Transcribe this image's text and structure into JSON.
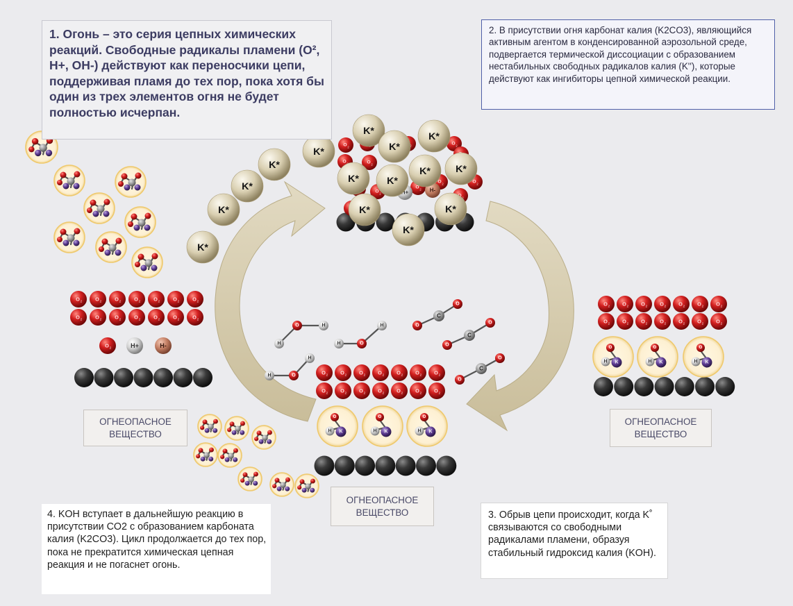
{
  "notes": {
    "step1": "1. Огонь – это серия цепных химических реакций. Свободные радикалы пламени (O², H+, OH-) действуют как переносчики цепи, поддерживая пламя до тех пор, пока хотя бы один из трех элементов огня не будет полностью исчерпан.",
    "step2": "2. В присутствии огня карбонат калия (K2CO3), являющийся активным агентом в конденсированной аэрозольной среде, подвергается термической диссоциации с образованием нестабильных свободных радикалов калия (K''), которые действуют как ингибиторы цепной химической реакции.",
    "step3": "3. Обрыв цепи происходит, когда K˚ связываются со свободными радикалами пламени, образуя стабильный гидроксид калия (KOH).",
    "step4": "4. KOH вступает в дальнейшую реакцию в присутствии CO2 с образованием карбоната калия (K2CO3). Цикл продолжается до тех пор, пока не прекратится химическая цепная реакция и не погаснет огонь."
  },
  "labels": {
    "fuel_left": "ОГНЕОПАСНОЕ ВЕЩЕСТВО",
    "fuel_right": "ОГНЕОПАСНОЕ ВЕЩЕСТВО",
    "fuel_center": "ОГНЕОПАСНОЕ ВЕЩЕСТВО"
  },
  "atoms": {
    "potassium_radical": "K*",
    "oxygen": "O",
    "oxygen_sub": "2",
    "hydrogen": "H",
    "hydrogen_ion": "H+",
    "hydroxide_ion": "H-",
    "carbon": "C",
    "potassium": "K"
  },
  "colors": {
    "oxygen": "#c41a1a",
    "potassium_radical": "#d9d0b4",
    "fuel": "#2e2e2e",
    "hydrogen": "#d4d4d4",
    "hydroxide": "#c98a70",
    "potassium": "#5a3a8a",
    "arrow": "#d6ccb0"
  }
}
